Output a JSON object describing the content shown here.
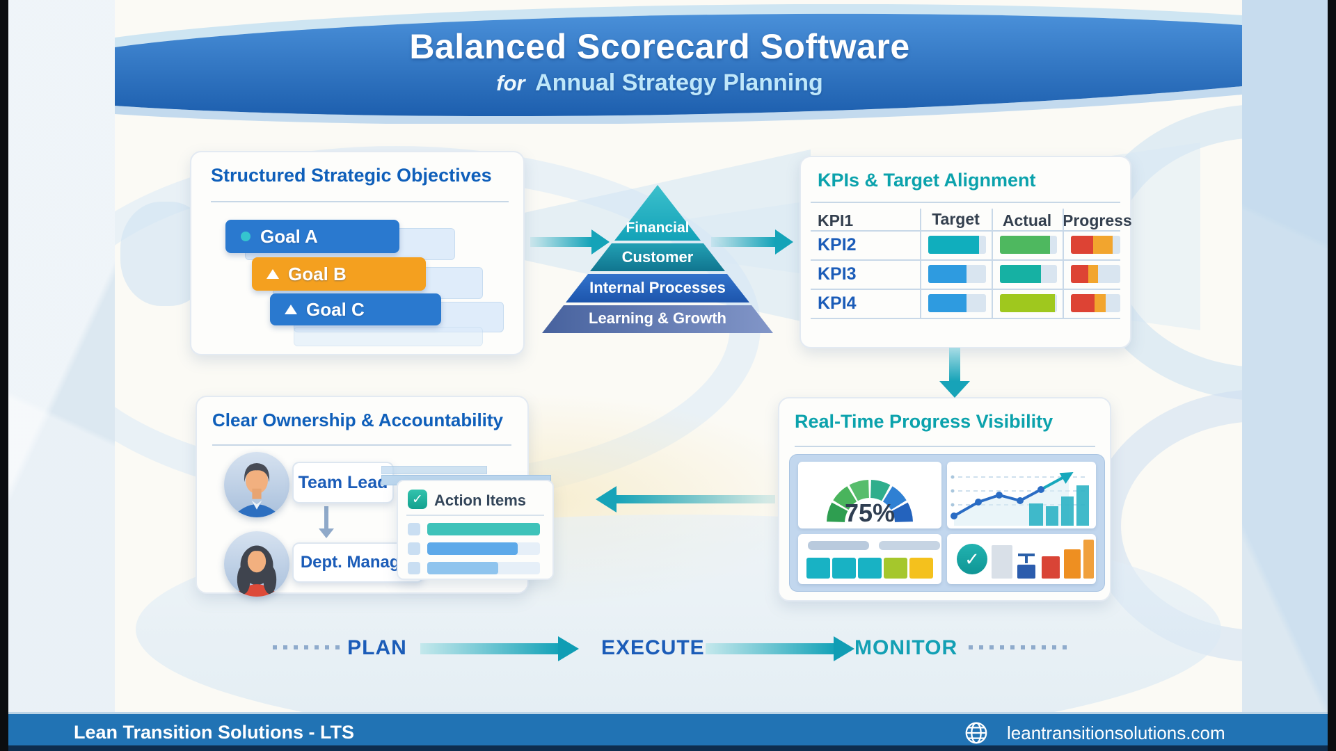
{
  "header": {
    "title": "Balanced Scorecard Software",
    "subtitle_prefix": "for",
    "subtitle": "Annual Strategy Planning"
  },
  "objectives": {
    "title": "Structured Strategic Objectives",
    "goals": [
      {
        "label": "Goal A",
        "color": "#2a79cf"
      },
      {
        "label": "Goal B",
        "color": "#f4a01f"
      },
      {
        "label": "Goal C",
        "color": "#2a79cf"
      }
    ]
  },
  "pyramid": {
    "tiers": [
      {
        "label": "Financial",
        "color": "#23aec2"
      },
      {
        "label": "Customer",
        "color": "#17849f"
      },
      {
        "label": "Internal Processes",
        "color": "#2a66c2"
      },
      {
        "label": "Learning & Growth",
        "color": "#55699f"
      }
    ]
  },
  "kpis": {
    "title": "KPIs & Target Alignment",
    "columns": [
      "KPI1",
      "Target",
      "Actual",
      "Progress"
    ],
    "rows": [
      {
        "label": "KPI2",
        "target": {
          "color": "#10aebd",
          "pct": 88
        },
        "actual": {
          "color": "#4eb85f",
          "pct": 88
        },
        "progress_red": {
          "color": "#dd4334",
          "pct": 45
        },
        "progress_orange": {
          "color": "#f2a52e",
          "pct": 40
        }
      },
      {
        "label": "KPI3",
        "target": {
          "color": "#2e9be0",
          "pct": 66
        },
        "actual": {
          "color": "#16b1a3",
          "pct": 72
        },
        "progress_red": {
          "color": "#dd4334",
          "pct": 35
        },
        "progress_orange": {
          "color": "#f2a52e",
          "pct": 20
        }
      },
      {
        "label": "KPI4",
        "target": {
          "color": "#2e9be0",
          "pct": 66
        },
        "actual": {
          "color": "#9fc81e",
          "pct": 96
        },
        "progress_red": {
          "color": "#dd4334",
          "pct": 48
        },
        "progress_orange": {
          "color": "#f2a52e",
          "pct": 22
        }
      }
    ]
  },
  "ownership": {
    "title": "Clear Ownership & Accountability",
    "roles": [
      {
        "label": "Team Lead",
        "avatar": "male-avatar"
      },
      {
        "label": "Dept. Manager",
        "avatar": "female-avatar"
      }
    ]
  },
  "action_items": {
    "title": "Action Items",
    "items": [
      {
        "color": "#3ec2b9",
        "pct": 100
      },
      {
        "color": "#5da9e9",
        "pct": 80
      },
      {
        "color": "#8fc4ee",
        "pct": 63
      }
    ]
  },
  "progress_panel": {
    "title": "Real-Time Progress Visibility",
    "gauge": {
      "value": "75%",
      "segments": [
        "#2e9e50",
        "#49b45c",
        "#57bd6c",
        "#2fae8c",
        "#2f80d3",
        "#2463bd"
      ]
    },
    "segment_bar": [
      "#18b2c4",
      "#18b2c4",
      "#18b2c4",
      "#a5c72c",
      "#f4c11d"
    ],
    "mini_bars": [
      "#d9e0e8",
      "#2b5cad",
      "#d94436",
      "#ee8f21",
      "#f0a03c"
    ]
  },
  "flow": {
    "steps": [
      {
        "label": "PLAN",
        "color": "#1b5cb8"
      },
      {
        "label": "EXECUTE",
        "color": "#1b5cb8"
      },
      {
        "label": "MONITOR",
        "color": "#13a0b4"
      }
    ]
  },
  "footer": {
    "company": "Lean Transition Solutions - LTS",
    "website": "leantransitionsolutions.com"
  }
}
